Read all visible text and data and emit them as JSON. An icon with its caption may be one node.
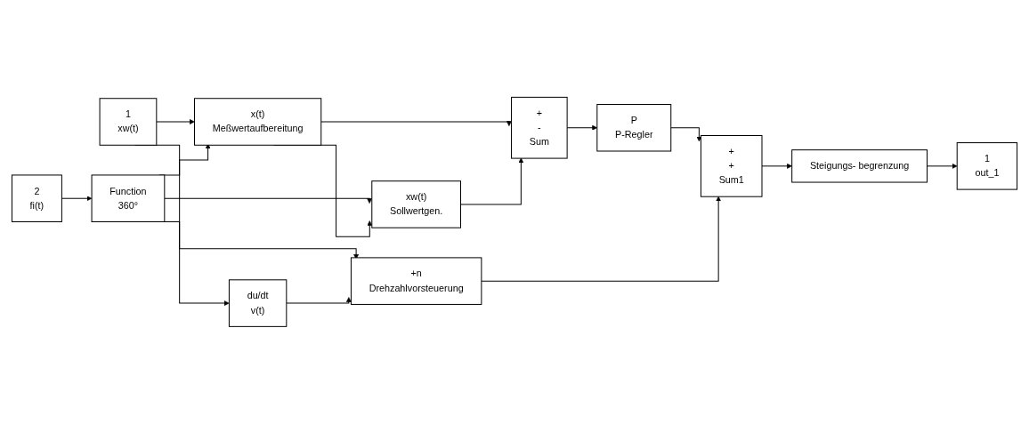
{
  "diagram": {
    "nodes": [
      {
        "text": [
          "1",
          "xw(t)"
        ]
      },
      {
        "text": [
          "2",
          "fi(t)"
        ]
      },
      {
        "text": [
          "Function",
          "360°"
        ]
      },
      {
        "text": [
          "x(t)",
          "Meßwertaufbereitung"
        ]
      },
      {
        "text": [
          "xw(t)",
          "Sollwertgen."
        ]
      },
      {
        "text": [
          "+",
          "-",
          "Sum"
        ]
      },
      {
        "text": [
          "P",
          "P-Regler"
        ]
      },
      {
        "text": [
          "du/dt",
          "v(t)"
        ]
      },
      {
        "text": [
          "+n",
          "Drehzahlvorsteuerung"
        ]
      },
      {
        "text": [
          "+",
          "+",
          "Sum1"
        ]
      },
      {
        "text": [
          "Steigungs- begrenzung"
        ]
      },
      {
        "text": [
          "1",
          "out_1"
        ]
      }
    ],
    "edges": [
      {
        "from": 0,
        "to": 3,
        "arrow": "to"
      },
      {
        "from": 0,
        "to": 7,
        "arrow": "to"
      },
      {
        "from": 1,
        "to": 2,
        "arrow": "to"
      },
      {
        "from": 2,
        "to": 8,
        "arrow": "to"
      },
      {
        "from": 2,
        "to": 3,
        "arrow": "to"
      },
      {
        "from": 2,
        "to": 4,
        "arrow": "to"
      },
      {
        "from": 3,
        "to": 4,
        "arrow": "to"
      },
      {
        "from": 3,
        "to": 5,
        "arrow": "to"
      },
      {
        "from": 4,
        "to": 5,
        "arrow": "to"
      },
      {
        "from": 5,
        "to": 6,
        "arrow": "to"
      },
      {
        "from": 6,
        "to": 9,
        "arrow": "to"
      },
      {
        "from": 7,
        "to": 8,
        "arrow": "to"
      },
      {
        "from": 8,
        "to": 9,
        "arrow": "to"
      },
      {
        "from": 9,
        "to": 10,
        "arrow": "to"
      },
      {
        "from": 10,
        "to": 11,
        "arrow": "to"
      }
    ]
  }
}
